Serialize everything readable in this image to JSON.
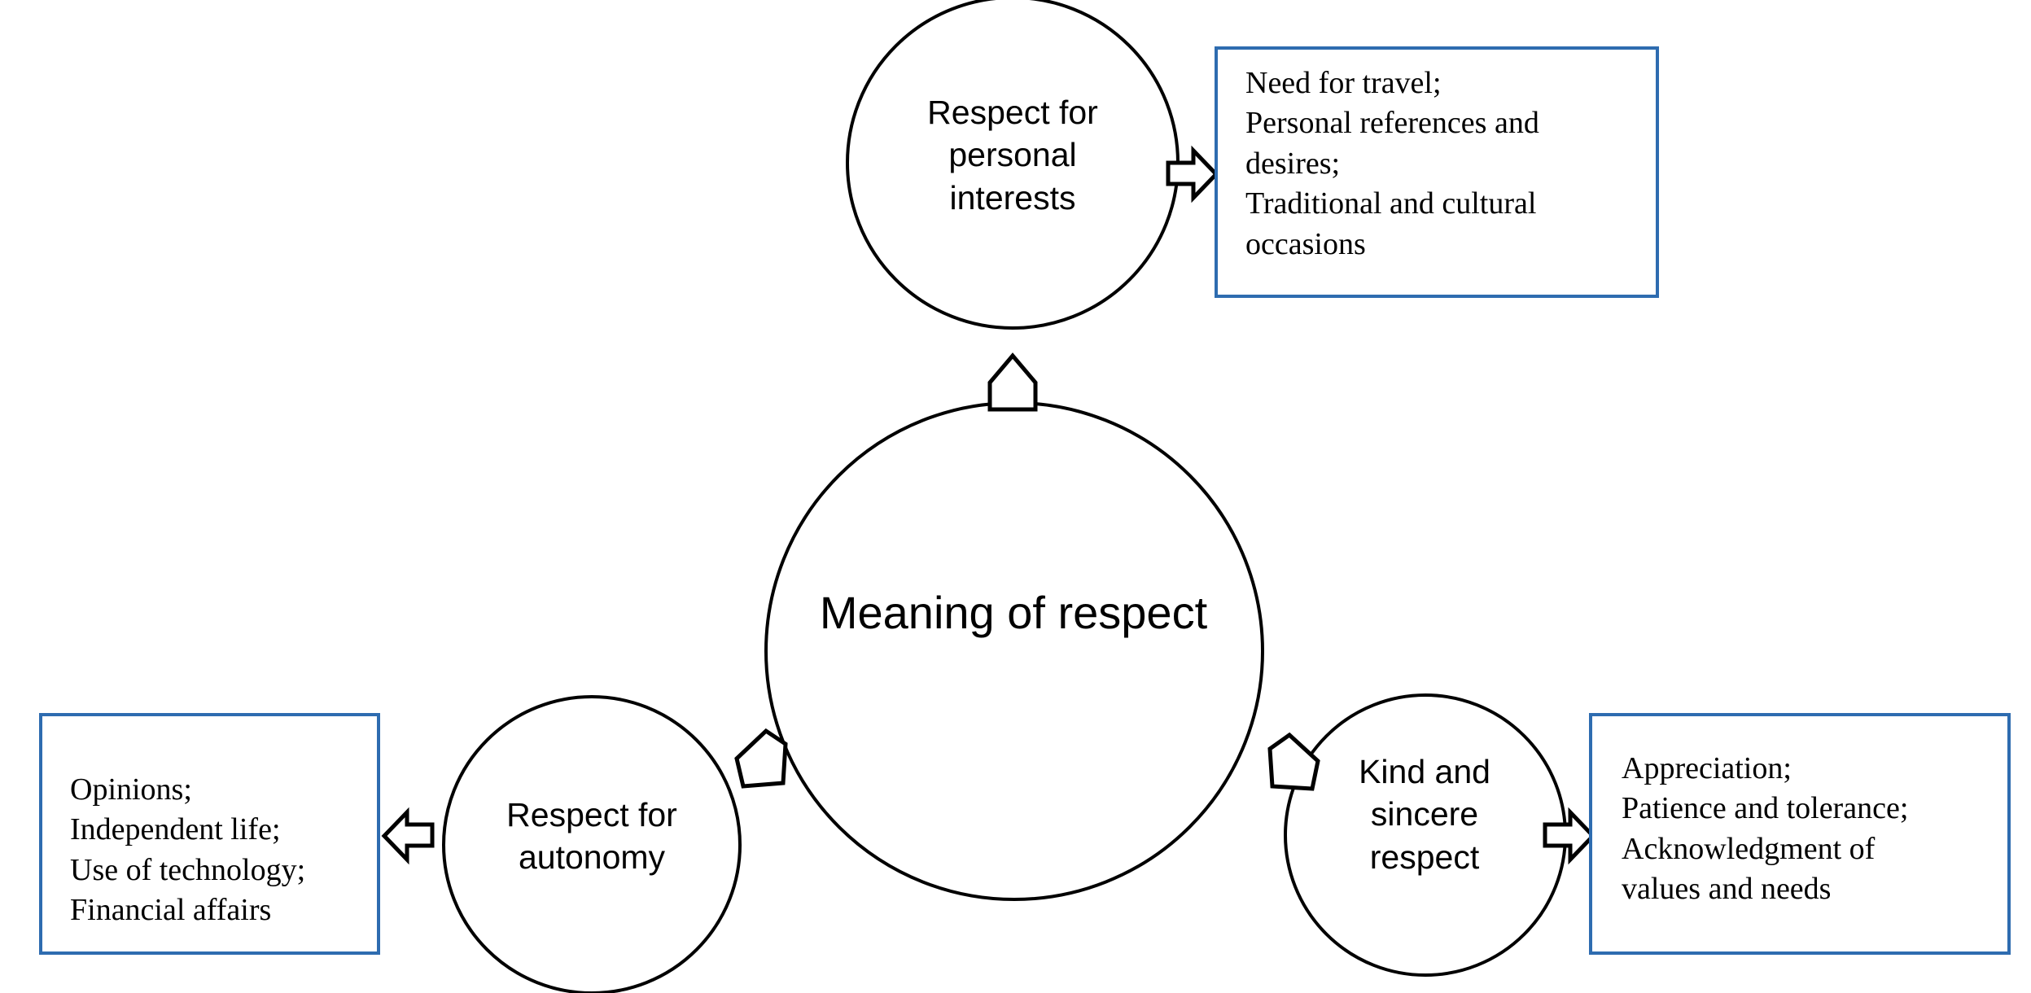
{
  "diagram": {
    "title": "Meaning of respect",
    "colors": {
      "box_border": "#2E6CB0",
      "circle_stroke": "#000000",
      "text": "#000000",
      "background": "#ffffff"
    },
    "center_node": {
      "label": "Meaning of respect"
    },
    "nodes": [
      {
        "id": "personal-interests",
        "label": "Respect for\npersonal\ninterests",
        "detail": "Need for travel;\nPersonal references and\ndesires;\nTraditional and cultural\noccasions"
      },
      {
        "id": "autonomy",
        "label": "Respect for\nautonomy",
        "detail": "Opinions;\nIndependent life;\nUse of technology;\nFinancial affairs"
      },
      {
        "id": "kind-sincere",
        "label": "Kind and\nsincere\nrespect",
        "detail": "Appreciation;\nPatience and tolerance;\nAcknowledgment of\nvalues and needs"
      }
    ]
  }
}
